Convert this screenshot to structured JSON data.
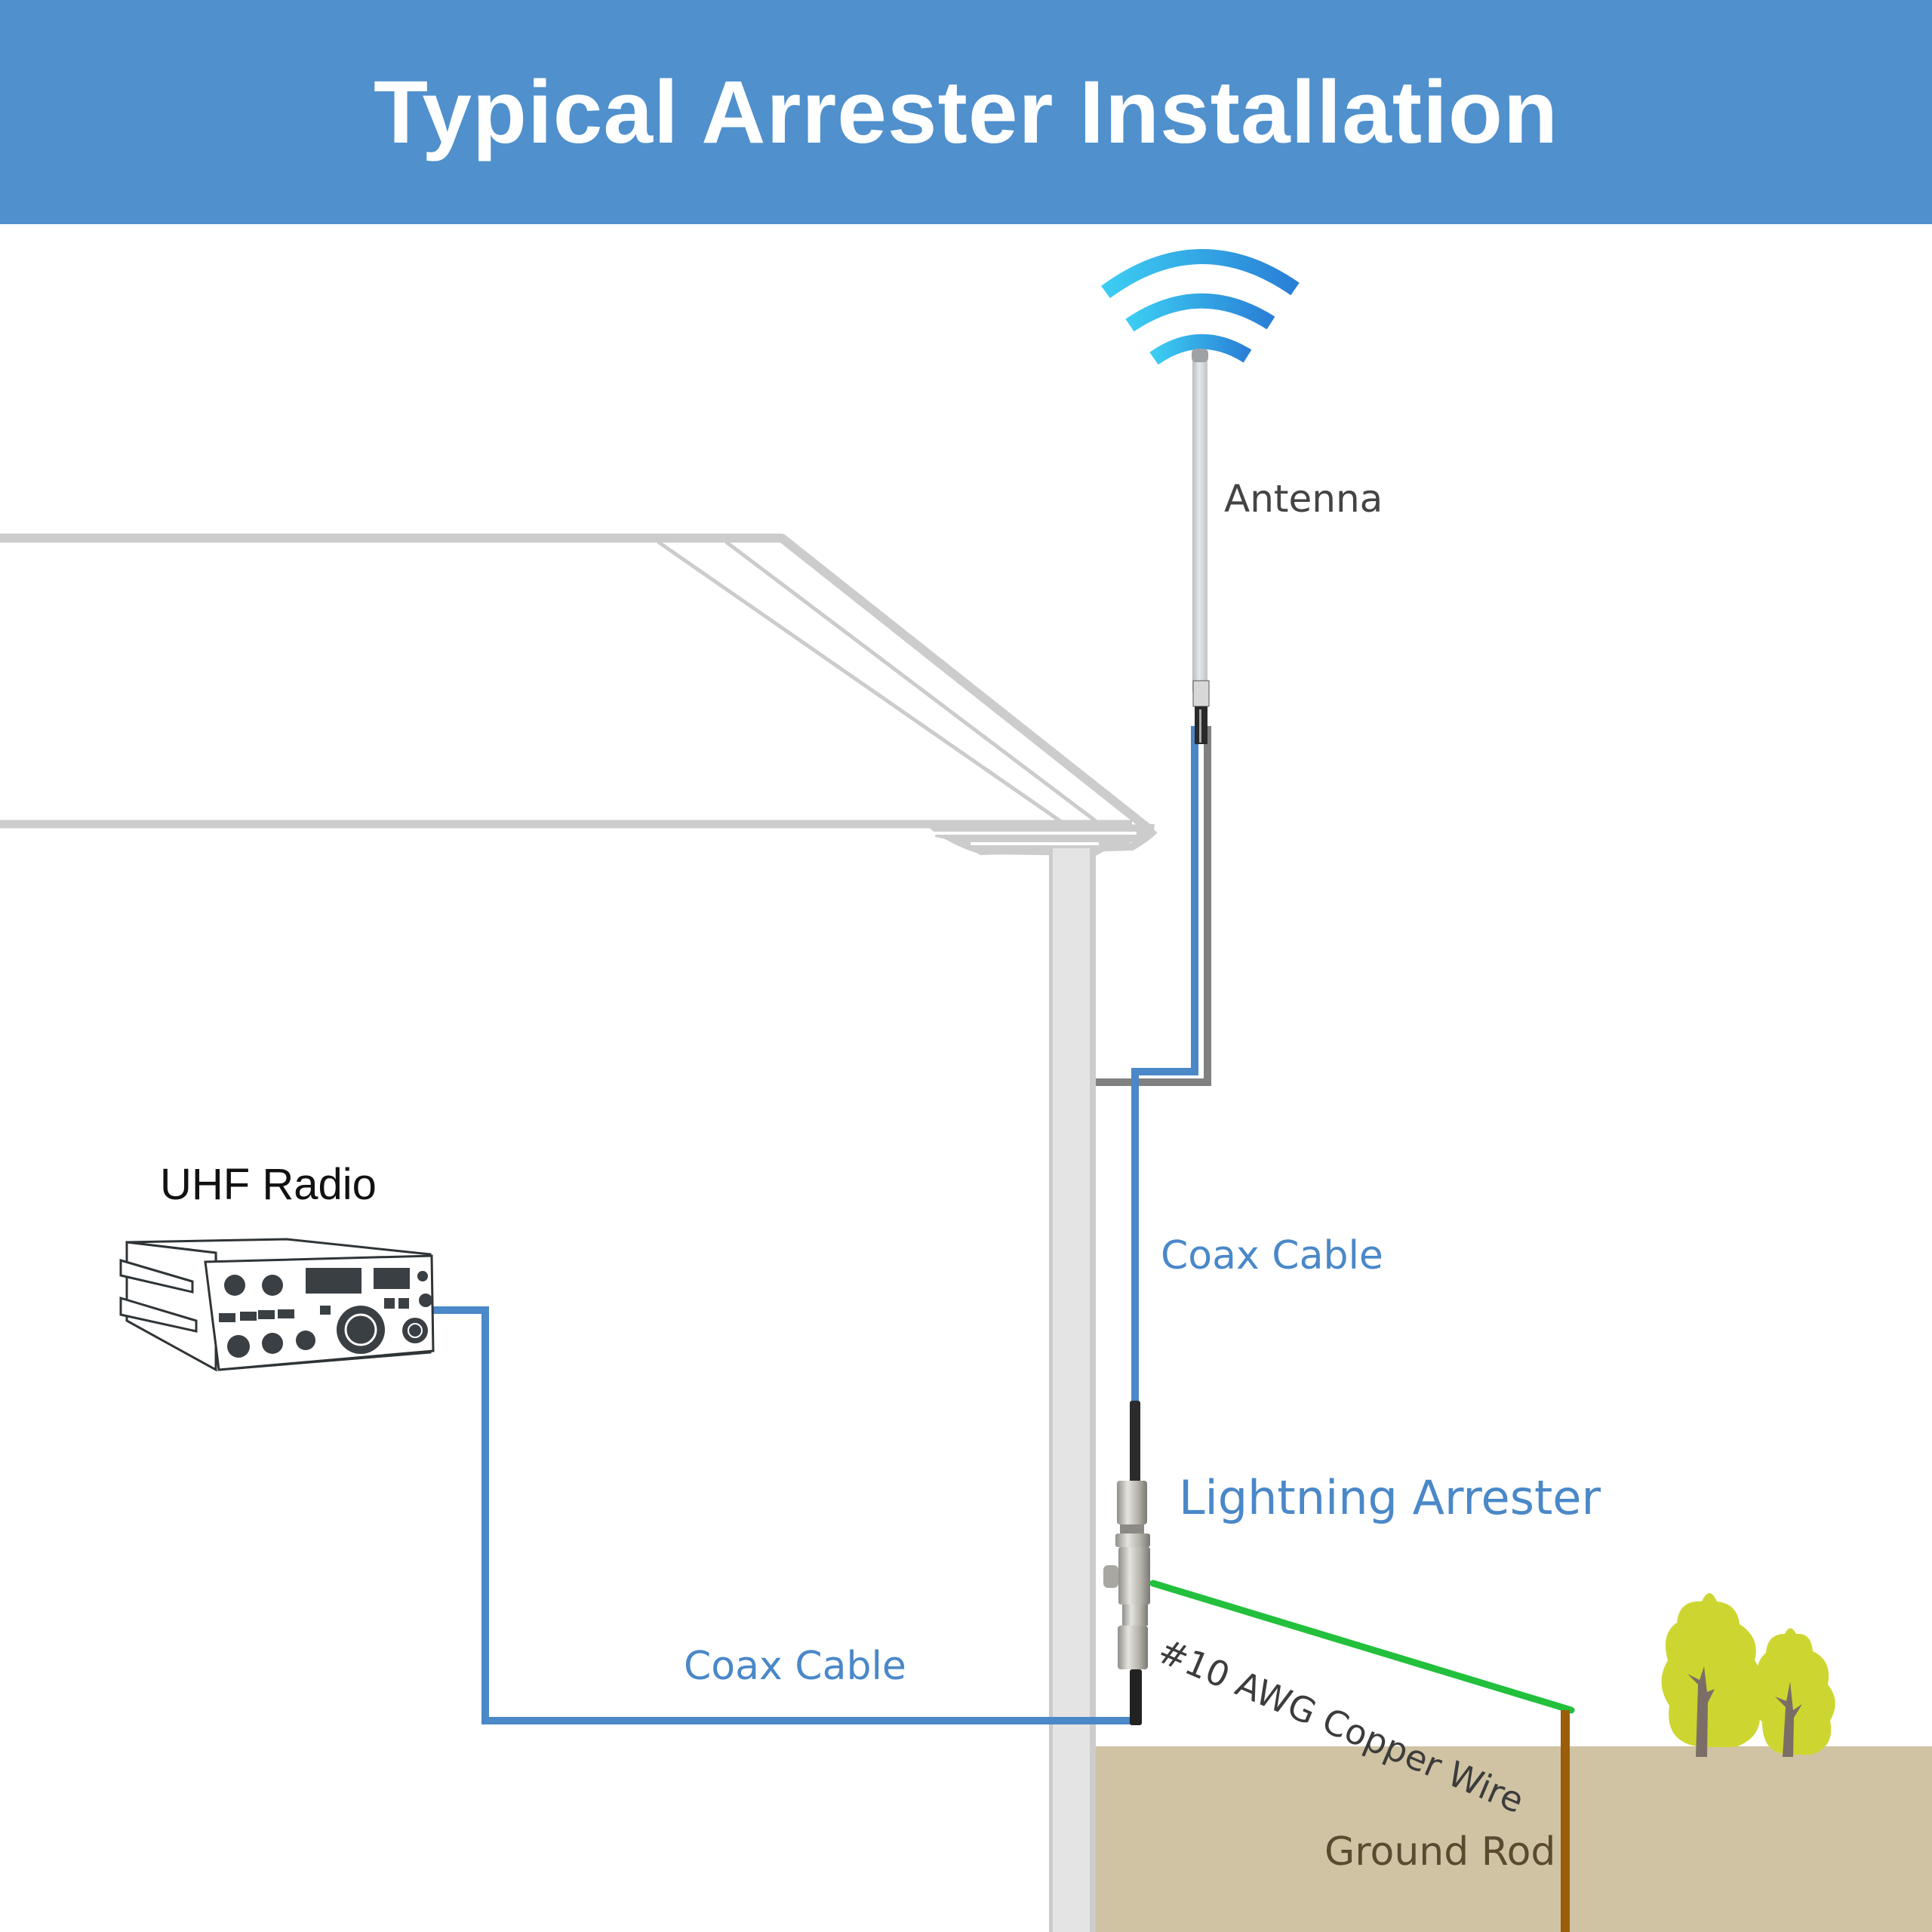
{
  "header": {
    "title": "Typical Arrester Installation"
  },
  "labels": {
    "antenna": "Antenna",
    "radio": "UHF Radio",
    "coax_upper": "Coax Cable",
    "coax_lower": "Coax Cable",
    "arrester": "Lightning Arrester",
    "copper_wire": "#10 AWG Copper Wire",
    "ground_rod": "Ground Rod"
  },
  "icons": {
    "signal": "wifi-signal-icon",
    "antenna": "antenna-icon",
    "radio": "radio-transceiver-icon",
    "arrester": "lightning-arrester-icon",
    "trees": "tree-icon"
  },
  "colors": {
    "header_bg": "#4f90cd",
    "coax": "#4a88c8",
    "mast": "#808080",
    "ground_wire": "#22c03c",
    "ground_rod": "#9a5e0a",
    "soil": "#d0c3a3",
    "house": "#cccccc",
    "tree_leaf": "#cdd630",
    "tree_trunk": "#7a6e66"
  }
}
